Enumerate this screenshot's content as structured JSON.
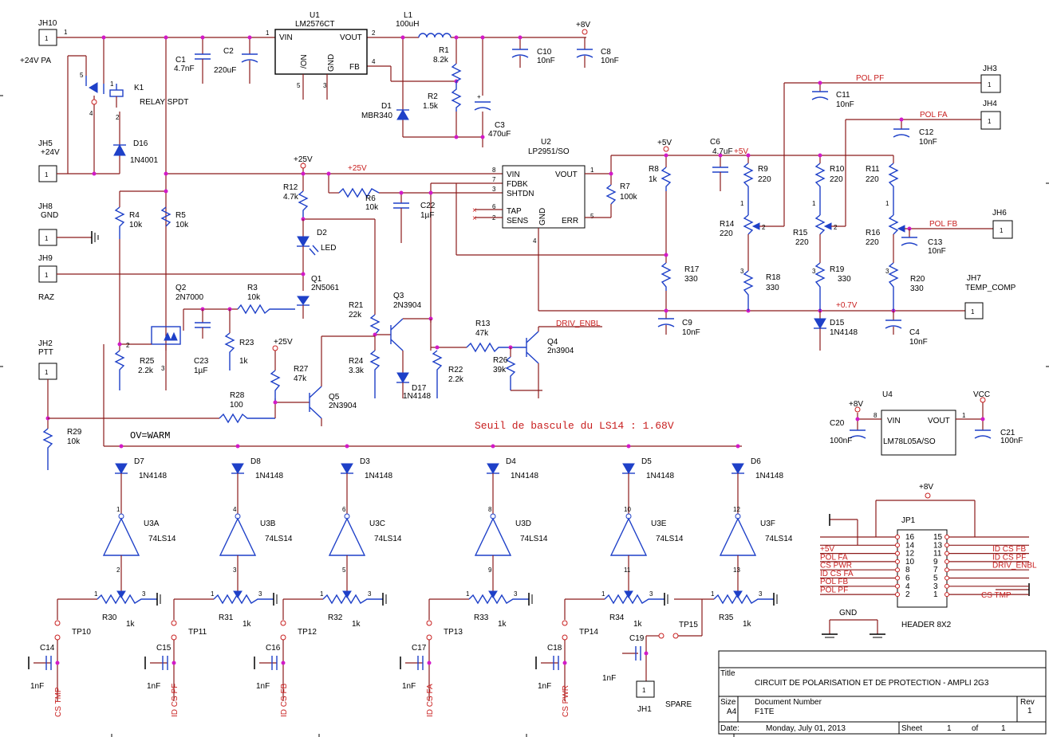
{
  "title_block": {
    "title_label": "Title",
    "title": "CIRCUIT DE POLARISATION ET DE PROTECTION - AMPLI 2G3",
    "size_label": "Size",
    "size": "A4",
    "docnum_label": "Document Number",
    "docnum": "F1TE",
    "rev_label": "Rev",
    "rev": "1",
    "date_label": "Date:",
    "date": "Monday, July 01, 2013",
    "sheet_label": "Sheet",
    "sheet": "1",
    "of_label": "of",
    "sheets": "1"
  },
  "note": "Seuil de bascule du LS14 : 1.68V",
  "ov_label": "OV=WARM",
  "connectors": {
    "jh10": {
      "ref": "JH10",
      "name": "+24V PA",
      "pin": "1"
    },
    "jh5": {
      "ref": "JH5",
      "name": "+24V",
      "pin": "1"
    },
    "jh8": {
      "ref": "JH8",
      "name": "GND",
      "pin": "1"
    },
    "jh9": {
      "ref": "JH9",
      "name": "RAZ",
      "pin": "1"
    },
    "jh2": {
      "ref": "JH2",
      "name": "PTT",
      "pin": "1"
    },
    "jh3": {
      "ref": "JH3",
      "pin": "1"
    },
    "jh4": {
      "ref": "JH4",
      "pin": "1"
    },
    "jh6": {
      "ref": "JH6",
      "pin": "1"
    },
    "jh7": {
      "ref": "JH7",
      "name": "TEMP_COMP",
      "pin": "1"
    },
    "jh1": {
      "ref": "JH1",
      "name": "SPARE",
      "pin": "1"
    }
  },
  "nets": {
    "p8v": "+8V",
    "p25v": "+25V",
    "p5v": "+5V",
    "p07v": "+0.7V",
    "vcc": "VCC",
    "pol_pf": "POL PF",
    "pol_fa": "POL FA",
    "pol_fb": "POL FB",
    "driv_enbl": "DRIV_ENBL",
    "gnd": "GND"
  },
  "parts": {
    "u1": {
      "ref": "U1",
      "value": "LM2576CT",
      "vin": "VIN",
      "vout": "VOUT",
      "on": "/ON",
      "gnd": "GND",
      "fb": "FB"
    },
    "u2": {
      "ref": "U2",
      "value": "LP2951/SO",
      "vin": "VIN",
      "fdbk": "FDBK",
      "shtdn": "SHTDN",
      "vout": "VOUT",
      "tap": "TAP",
      "sens": "SENS",
      "gnd": "GND",
      "err": "ERR"
    },
    "u4": {
      "ref": "U4",
      "value": "LM78L05A/SO",
      "vin": "VIN",
      "vout": "VOUT"
    },
    "l1": {
      "ref": "L1",
      "value": "100uH"
    },
    "k1": {
      "ref": "K1",
      "value": "RELAY SPDT"
    },
    "c1": {
      "ref": "C1",
      "value": "4.7nF"
    },
    "c2": {
      "ref": "C2",
      "value": "220uF"
    },
    "c3": {
      "ref": "C3",
      "value": "470uF"
    },
    "c4": {
      "ref": "C4",
      "value": "10nF"
    },
    "c6": {
      "ref": "C6",
      "value": "4.7uF"
    },
    "c8": {
      "ref": "C8",
      "value": "10nF"
    },
    "c9": {
      "ref": "C9",
      "value": "10nF"
    },
    "c10": {
      "ref": "C10",
      "value": "10nF"
    },
    "c11": {
      "ref": "C11",
      "value": "10nF"
    },
    "c12": {
      "ref": "C12",
      "value": "10nF"
    },
    "c13": {
      "ref": "C13",
      "value": "10nF"
    },
    "c20": {
      "ref": "C20",
      "value": "100nF"
    },
    "c21": {
      "ref": "C21",
      "value": "100nF"
    },
    "c22": {
      "ref": "C22",
      "value": "1µF"
    },
    "c23": {
      "ref": "C23",
      "value": "1µF"
    },
    "r1": {
      "ref": "R1",
      "value": "8.2k"
    },
    "r2": {
      "ref": "R2",
      "value": "1.5k"
    },
    "r3": {
      "ref": "R3",
      "value": "10k"
    },
    "r4": {
      "ref": "R4",
      "value": "10k"
    },
    "r5": {
      "ref": "R5",
      "value": "10k"
    },
    "r6": {
      "ref": "R6",
      "value": "10k"
    },
    "r7": {
      "ref": "R7",
      "value": "100k"
    },
    "r8": {
      "ref": "R8",
      "value": "1k"
    },
    "r9": {
      "ref": "R9",
      "value": "220"
    },
    "r10": {
      "ref": "R10",
      "value": "220"
    },
    "r11": {
      "ref": "R11",
      "value": "220"
    },
    "r12": {
      "ref": "R12",
      "value": "4.7k"
    },
    "r13": {
      "ref": "R13",
      "value": "47k"
    },
    "r14": {
      "ref": "R14",
      "value": "220"
    },
    "r15": {
      "ref": "R15",
      "value": "220"
    },
    "r16": {
      "ref": "R16",
      "value": "220"
    },
    "r17": {
      "ref": "R17",
      "value": "330"
    },
    "r18": {
      "ref": "R18",
      "value": "330"
    },
    "r19": {
      "ref": "R19",
      "value": "330"
    },
    "r20": {
      "ref": "R20",
      "value": "330"
    },
    "r21": {
      "ref": "R21",
      "value": "22k"
    },
    "r22": {
      "ref": "R22",
      "value": "2.2k"
    },
    "r23": {
      "ref": "R23",
      "value": "1k"
    },
    "r24": {
      "ref": "R24",
      "value": "3.3k"
    },
    "r25": {
      "ref": "R25",
      "value": "2.2k"
    },
    "r26": {
      "ref": "R26",
      "value": "39k"
    },
    "r27": {
      "ref": "R27",
      "value": "47k"
    },
    "r28": {
      "ref": "R28",
      "value": "100"
    },
    "r29": {
      "ref": "R29",
      "value": "10k"
    },
    "d1": {
      "ref": "D1",
      "value": "MBR340"
    },
    "d2": {
      "ref": "D2",
      "value": "LED"
    },
    "d15": {
      "ref": "D15",
      "value": "1N4148"
    },
    "d16": {
      "ref": "D16",
      "value": "1N4001"
    },
    "d17": {
      "ref": "D17",
      "value": "1N4148"
    },
    "q1": {
      "ref": "Q1",
      "value": "2N5061"
    },
    "q2": {
      "ref": "Q2",
      "value": "2N7000"
    },
    "q3": {
      "ref": "Q3",
      "value": "2N3904"
    },
    "q4": {
      "ref": "Q4",
      "value": "2n3904"
    },
    "q5": {
      "ref": "Q5",
      "value": "2N3904"
    },
    "jp1": {
      "ref": "JP1",
      "value": "HEADER 8X2"
    }
  },
  "channels": [
    {
      "d": "D7",
      "dval": "1N4148",
      "u": "U3A",
      "uval": "74LS14",
      "in": "1",
      "out": "2",
      "r": "R30",
      "rval": "1k",
      "tp": "TP10",
      "c": "C14",
      "cval": "1nF",
      "net": "CS TMP"
    },
    {
      "d": "D8",
      "dval": "1N4148",
      "u": "U3B",
      "uval": "74LS14",
      "in": "4",
      "out": "3",
      "r": "R31",
      "rval": "1k",
      "tp": "TP11",
      "c": "C15",
      "cval": "1nF",
      "net": "ID CS PF"
    },
    {
      "d": "D3",
      "dval": "1N4148",
      "u": "U3C",
      "uval": "74LS14",
      "in": "6",
      "out": "5",
      "r": "R32",
      "rval": "1k",
      "tp": "TP12",
      "c": "C16",
      "cval": "1nF",
      "net": "ID CS FB"
    },
    {
      "d": "D4",
      "dval": "1N4148",
      "u": "U3D",
      "uval": "74LS14",
      "in": "8",
      "out": "9",
      "r": "R33",
      "rval": "1k",
      "tp": "TP13",
      "c": "C17",
      "cval": "1nF",
      "net": "ID CS FA"
    },
    {
      "d": "D5",
      "dval": "1N4148",
      "u": "U3E",
      "uval": "74LS14",
      "in": "10",
      "out": "11",
      "r": "R34",
      "rval": "1k",
      "tp": "TP14",
      "c": "C18",
      "cval": "1nF",
      "net": "CS PWR"
    },
    {
      "d": "D6",
      "dval": "1N4148",
      "u": "U3F",
      "uval": "74LS14",
      "in": "12",
      "out": "13",
      "r": "R35",
      "rval": "1k",
      "tp": "TP15",
      "c": "C19",
      "cval": "1nF",
      "net": ""
    }
  ],
  "header": {
    "left_pins": [
      "16",
      "14",
      "12",
      "10",
      "8",
      "6",
      "4",
      "2"
    ],
    "right_pins": [
      "15",
      "13",
      "11",
      "9",
      "7",
      "5",
      "3",
      "1"
    ],
    "left_nets": [
      "+5V",
      "POL FA",
      "CS PWR",
      "ID CS FA",
      "POL FB",
      "POL PF"
    ],
    "right_nets": [
      "ID CS FB",
      "ID CS PF",
      "DRIV_ENBL",
      "CS TMP"
    ]
  },
  "colors": {
    "wire": "#8b1a1a",
    "part": "#1e40c8",
    "junction": "#d21ac8",
    "net_label": "#c81e1e"
  }
}
